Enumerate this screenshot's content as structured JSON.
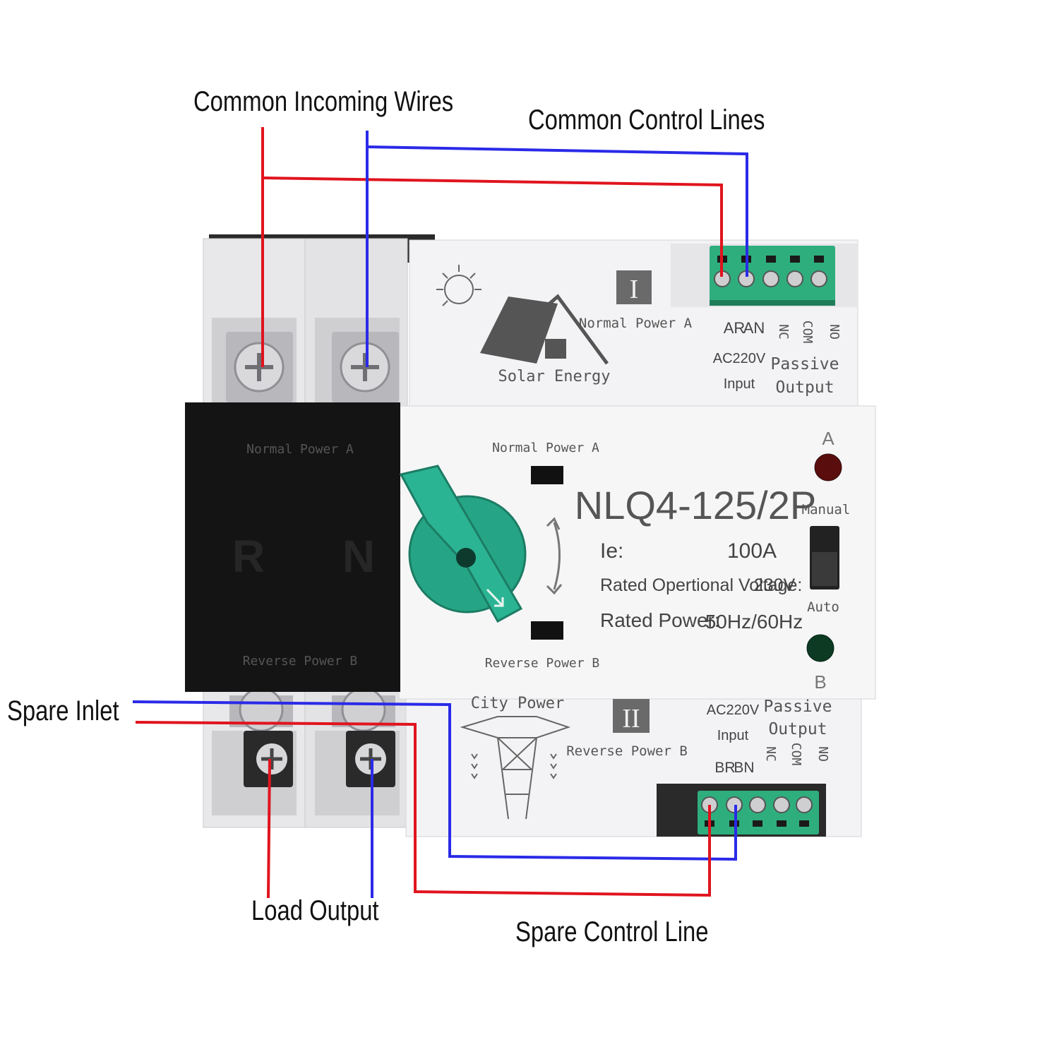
{
  "callouts": {
    "common_incoming": "Common Incoming Wires",
    "common_control": "Common Control Lines",
    "spare_inlet": "Spare Inlet",
    "load_output": "Load Output",
    "spare_control": "Spare Control Line"
  },
  "device": {
    "model": "NLQ4-125/2P",
    "ie_label": "Ie:",
    "ie_value": "100A",
    "voltage_label": "Rated Opertional Voltage:",
    "voltage_value": "230V",
    "power_label": "Rated Power:",
    "power_value": "50Hz/60Hz",
    "normal_power": "Normal Power A",
    "reverse_power": "Reverse Power B",
    "manual": "Manual",
    "auto": "Auto",
    "indicator_a": "A",
    "indicator_b": "B",
    "roman_1": "I",
    "roman_2": "II",
    "solar": "Solar Energy",
    "city": "City Power",
    "cover_r": "R",
    "cover_n": "N",
    "cover_top": "Normal Power A",
    "cover_bottom": "Reverse Power B"
  },
  "top_block": {
    "ar": "AR",
    "an": "AN",
    "nc": "NC",
    "com": "COM",
    "no": "NO",
    "input_voltage": "AC220V",
    "input": "Input",
    "passive": "Passive",
    "output": "Output"
  },
  "bottom_block": {
    "br": "BR",
    "bn": "BN",
    "nc": "NC",
    "com": "COM",
    "no": "NO",
    "input_voltage": "AC220V",
    "input": "Input",
    "passive": "Passive",
    "output": "Output"
  },
  "colors": {
    "live_wire": "#e0141e",
    "neutral_wire": "#2a2ae8",
    "knob": "#25a585",
    "terminal_green": "#2fae7d",
    "black_cover": "#141414",
    "red_led": "#5a0d0d",
    "green_led": "#0c3a22"
  }
}
